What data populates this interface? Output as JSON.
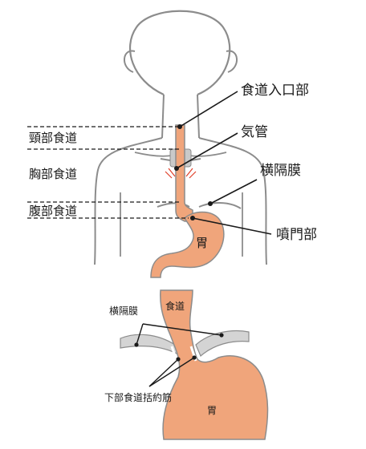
{
  "colors": {
    "organ_fill": "#f0a57b",
    "outline": "#8c8c8c",
    "ink": "#1a1a1a",
    "trachea": "#c9c9c9",
    "arrow": "#e0402a"
  },
  "upper_diagram": {
    "labels": {
      "esophagus_entrance": "食道入口部",
      "trachea": "気管",
      "diaphragm": "横隔膜",
      "cardia": "噴門部",
      "stomach": "胃"
    },
    "regions": {
      "cervical": "頸部食道",
      "thoracic": "胸部食道",
      "abdominal": "腹部食道"
    }
  },
  "lower_diagram": {
    "labels": {
      "esophagus": "食道",
      "diaphragm": "横隔膜",
      "lower_sphincter": "下部食道括約筋",
      "stomach": "胃"
    }
  }
}
